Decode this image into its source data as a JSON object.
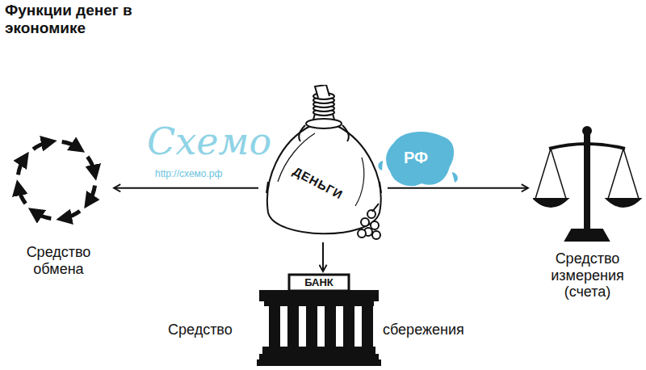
{
  "diagram": {
    "title": "Функции денег в экономике",
    "nodes": [
      {
        "text": [
          "Средство обмена"
        ]
      },
      {
        "text": [
          "ДЕНЬГИ"
        ]
      },
      {
        "text": [
          "Средство измерения (счета)"
        ]
      },
      {
        "text": [
          "БАНК"
        ]
      }
    ],
    "edges": [
      {
        "from": 1,
        "to": 0,
        "arrow": "to"
      },
      {
        "from": 1,
        "to": 2,
        "arrow": "to"
      },
      {
        "from": 1,
        "to": 3,
        "arrow": "to"
      }
    ],
    "labels": [
      "Средство",
      "сбережения",
      "Схемо",
      "http://схемо.рф",
      "РФ"
    ]
  }
}
